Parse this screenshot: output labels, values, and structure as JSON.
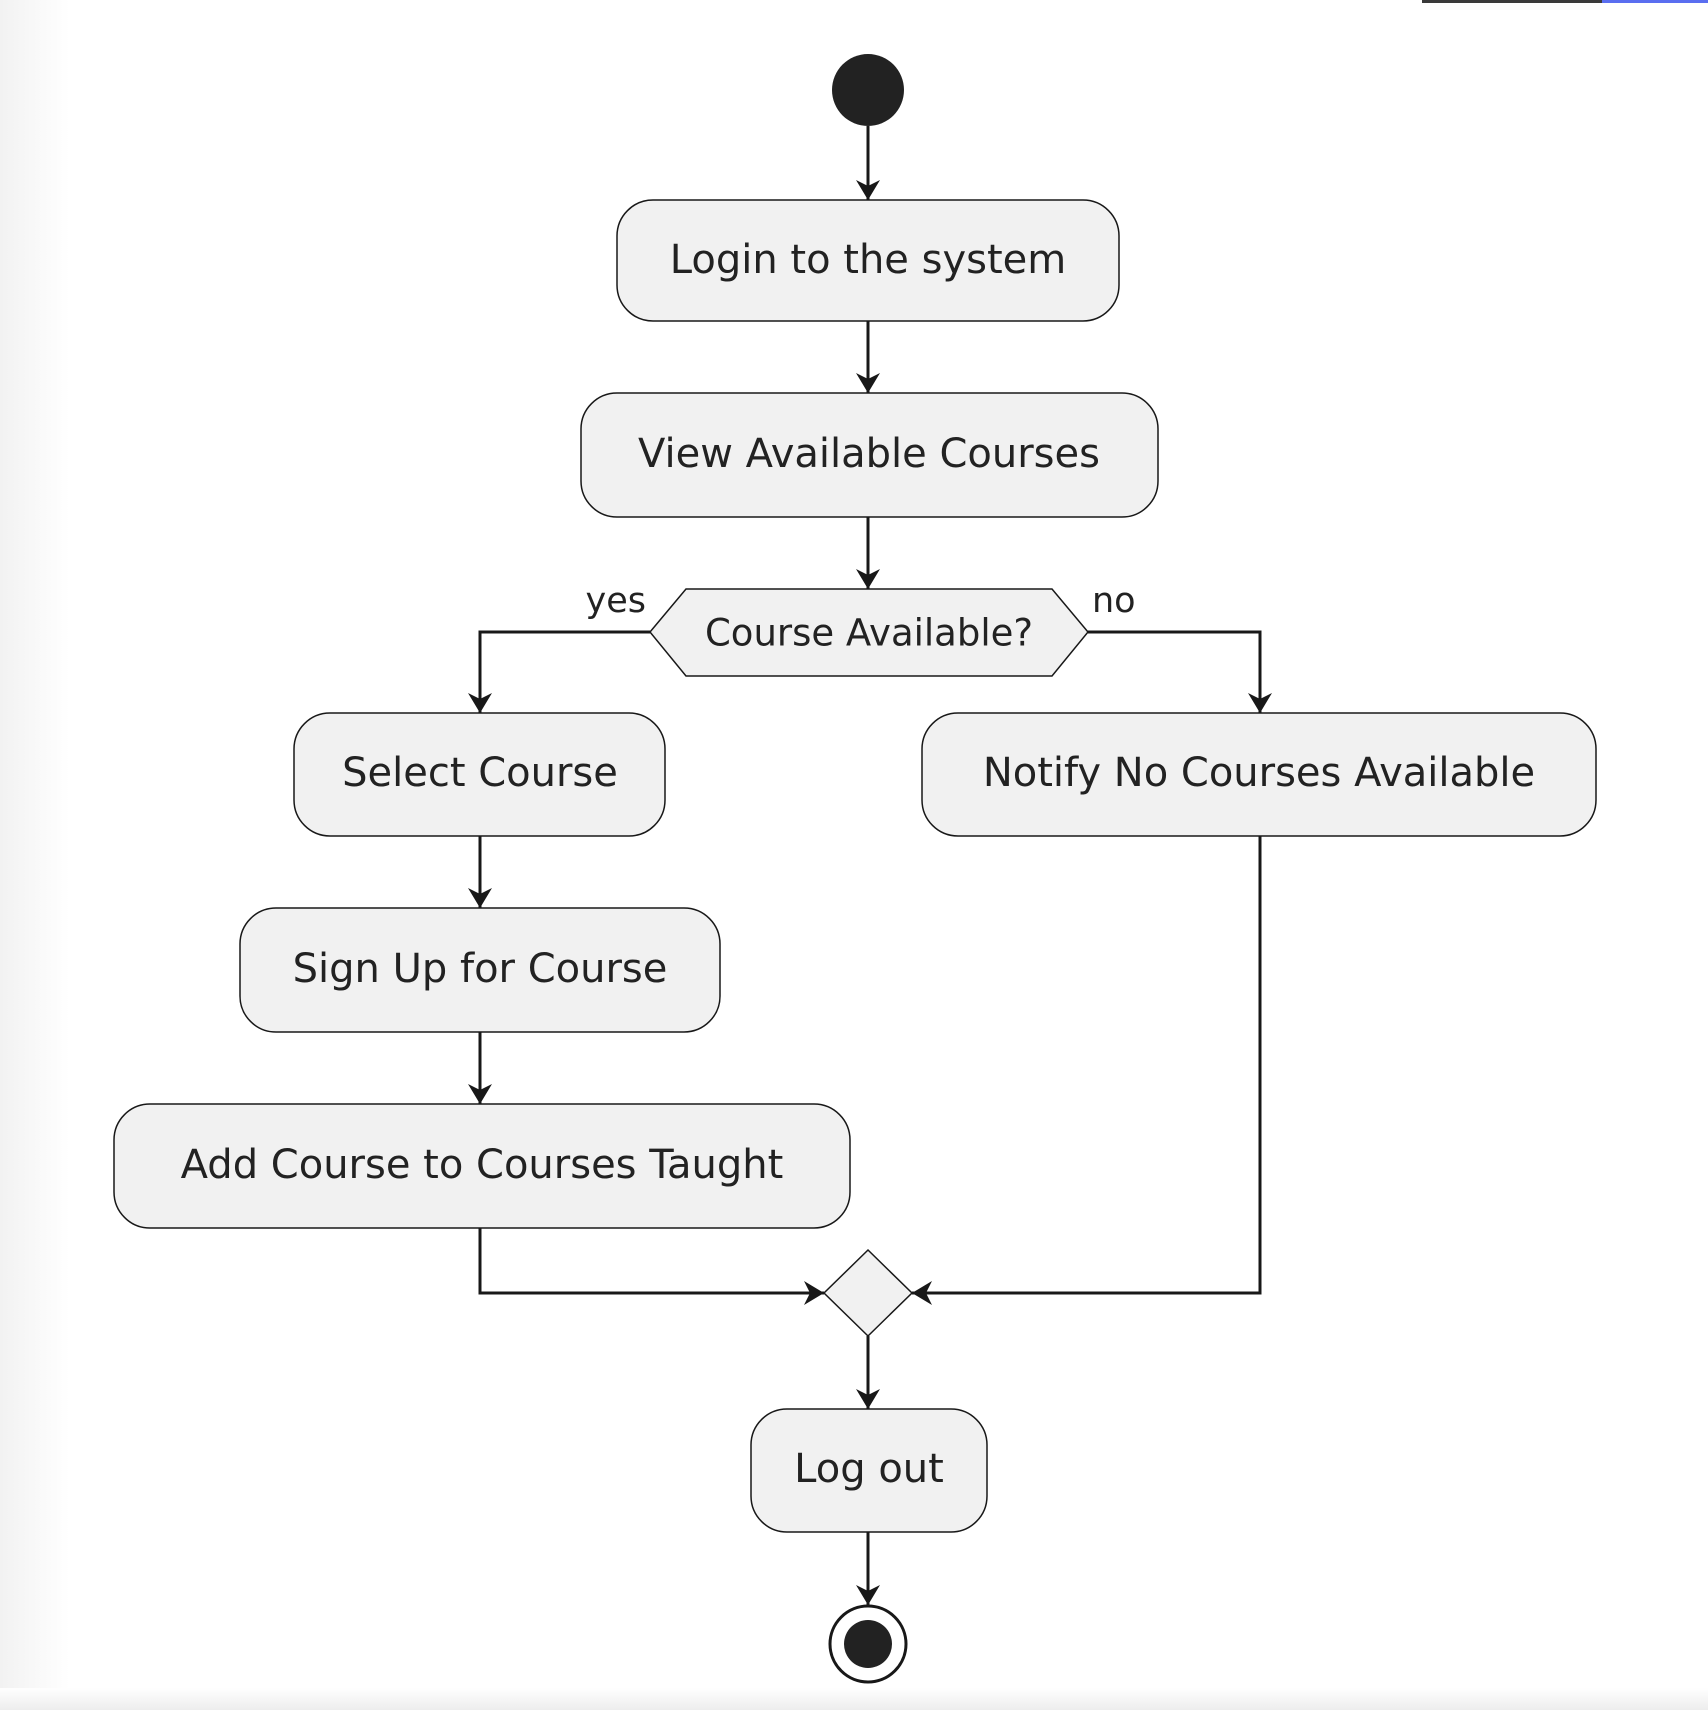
{
  "diagram": {
    "type": "activity",
    "nodes": {
      "login": "Login to the system",
      "view_courses": "View Available Courses",
      "decision": "Course Available?",
      "select": "Select Course",
      "signup": "Sign Up for Course",
      "add": "Add Course to Courses Taught",
      "notify": "Notify No Courses Available",
      "logout": "Log out"
    },
    "branches": {
      "yes": "yes",
      "no": "no"
    },
    "colors": {
      "node_fill": "#f1f1f1",
      "node_stroke": "#181818",
      "text": "#222222",
      "start_end": "#222222"
    }
  }
}
